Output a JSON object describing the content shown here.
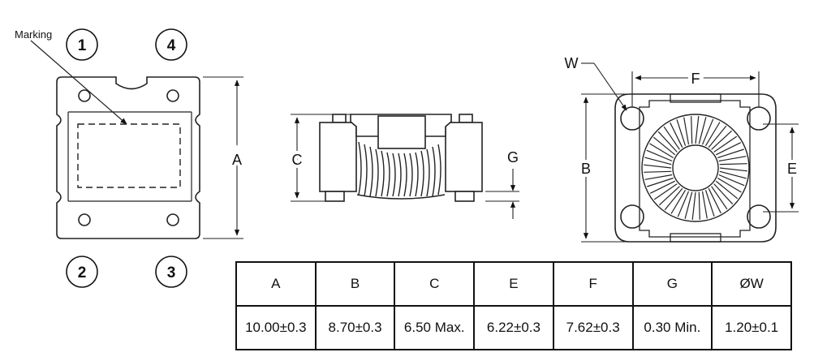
{
  "labels": {
    "marking": "Marking",
    "pins": [
      "1",
      "4",
      "2",
      "3"
    ],
    "dim_a": "A",
    "dim_b": "B",
    "dim_c": "C",
    "dim_e": "E",
    "dim_f": "F",
    "dim_g": "G",
    "dim_w": "W"
  },
  "table": {
    "headers": [
      "A",
      "B",
      "C",
      "E",
      "F",
      "G",
      "ØW"
    ],
    "values": [
      "10.00±0.3",
      "8.70±0.3",
      "6.50 Max.",
      "6.22±0.3",
      "7.62±0.3",
      "0.30 Min.",
      "1.20±0.1"
    ]
  }
}
